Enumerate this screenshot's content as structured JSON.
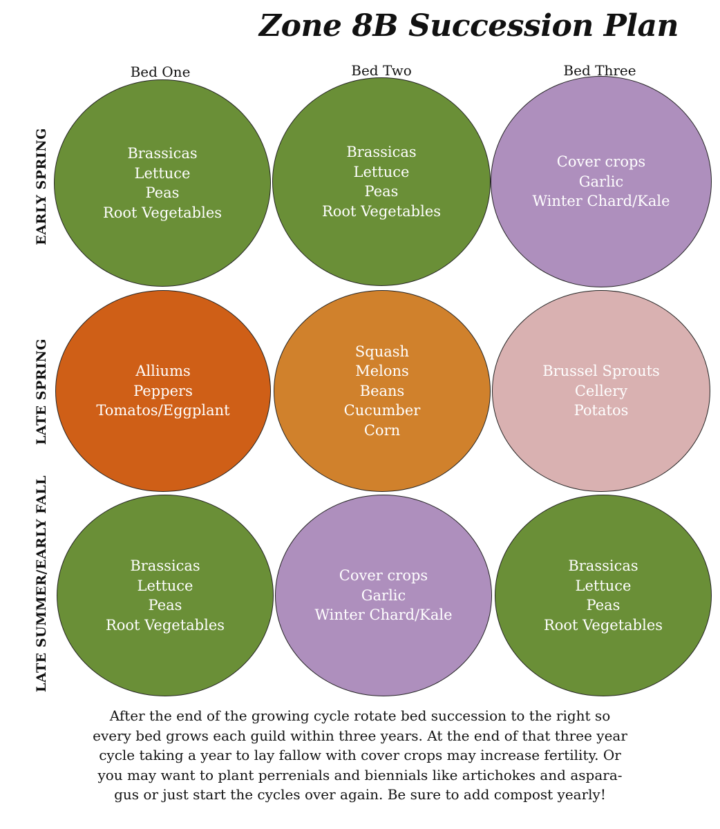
{
  "title": "Zone 8B Succession Plan",
  "beds": [
    "Bed One",
    "Bed Two",
    "Bed Three"
  ],
  "seasons": [
    "EARLY SPRING",
    "LATE SPRING",
    "LATE SUMMER/EARLY FALL"
  ],
  "colors": {
    "green": "#6a8f37",
    "purple": "#ae8fbd",
    "burnt_orange": "#cf5f17",
    "orange": "#d0812c",
    "pink": "#d9b1b1"
  },
  "grid": [
    [
      {
        "color": "#6a8f37",
        "items": [
          "Brassicas",
          "Lettuce",
          "Peas",
          "Root Vegetables"
        ]
      },
      {
        "color": "#6a8f37",
        "items": [
          "Brassicas",
          "Lettuce",
          "Peas",
          "Root Vegetables"
        ]
      },
      {
        "color": "#ae8fbd",
        "items": [
          "Cover crops",
          "Garlic",
          "Winter Chard/Kale"
        ]
      }
    ],
    [
      {
        "color": "#cf5f17",
        "items": [
          "Alliums",
          "Peppers",
          "Tomatos/Eggplant"
        ]
      },
      {
        "color": "#d0812c",
        "items": [
          "Squash",
          "Melons",
          "Beans",
          "Cucumber",
          "Corn"
        ]
      },
      {
        "color": "#d9b1b1",
        "items": [
          "Brussel Sprouts",
          "Cellery",
          "Potatos"
        ]
      }
    ],
    [
      {
        "color": "#6a8f37",
        "items": [
          "Brassicas",
          "Lettuce",
          "Peas",
          "Root Vegetables"
        ]
      },
      {
        "color": "#ae8fbd",
        "items": [
          "Cover crops",
          "Garlic",
          "Winter Chard/Kale"
        ]
      },
      {
        "color": "#6a8f37",
        "items": [
          "Brassicas",
          "Lettuce",
          "Peas",
          "Root Vegetables"
        ]
      }
    ]
  ],
  "note_lines": [
    "After the end of the growing cycle rotate bed succession to the right so",
    "every bed grows each guild within three years. At the end of that three year",
    "cycle taking a year to lay fallow with cover crops may increase fertility. Or",
    "you may want to plant perrenials and biennials like artichokes and aspara-",
    "gus or just start the cycles over again. Be sure to add compost yearly!"
  ]
}
